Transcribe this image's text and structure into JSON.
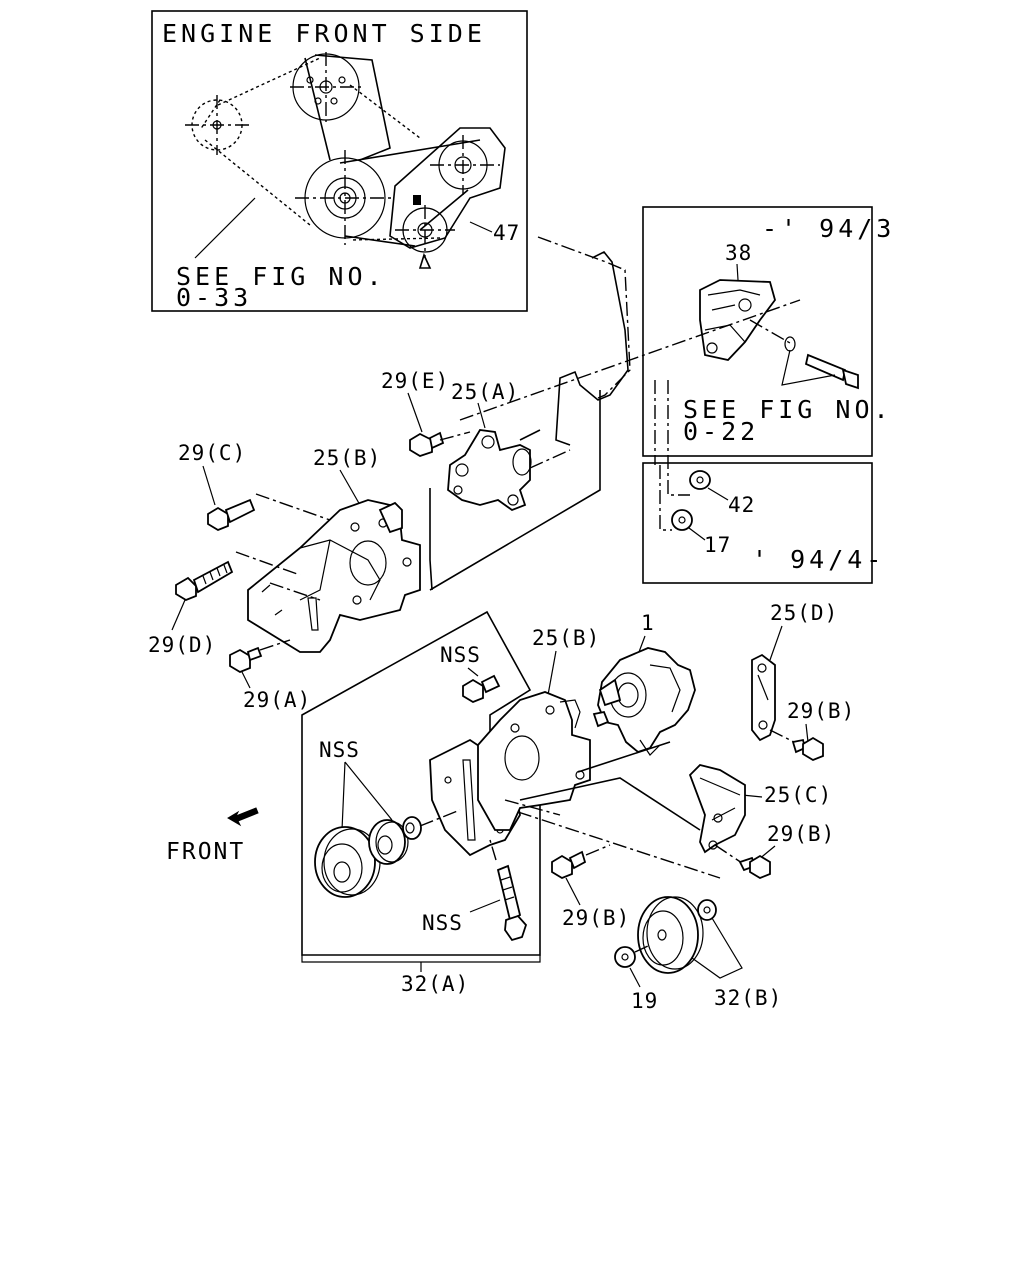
{
  "inset_top": {
    "title": "ENGINE FRONT SIDE",
    "see_fig_line1": "SEE FIG NO.",
    "see_fig_line2": "0-33",
    "callout_47": "47"
  },
  "inset_right": {
    "range_upper": "-' 94/3",
    "see_fig_line1": "SEE FIG NO.",
    "see_fig_line2": "0-22",
    "callout_38": "38",
    "callout_42": "42",
    "callout_17": "17",
    "range_lower": "' 94/4-"
  },
  "callouts": {
    "c29E": "29(E)",
    "c25A": "25(A)",
    "c29C": "29(C)",
    "c25B_top": "25(B)",
    "c29D": "29(D)",
    "c29A": "29(A)",
    "c25B_mid": "25(B)",
    "c1": "1",
    "c25D": "25(D)",
    "c29B_1": "29(B)",
    "c25C": "25(C)",
    "c29B_2": "29(B)",
    "c29B_3": "29(B)",
    "nss_top": "NSS",
    "nss_left": "NSS",
    "nss_bottom": "NSS",
    "c32A": "32(A)",
    "c19": "19",
    "c32B": "32(B)"
  },
  "front_label": "FRONT"
}
